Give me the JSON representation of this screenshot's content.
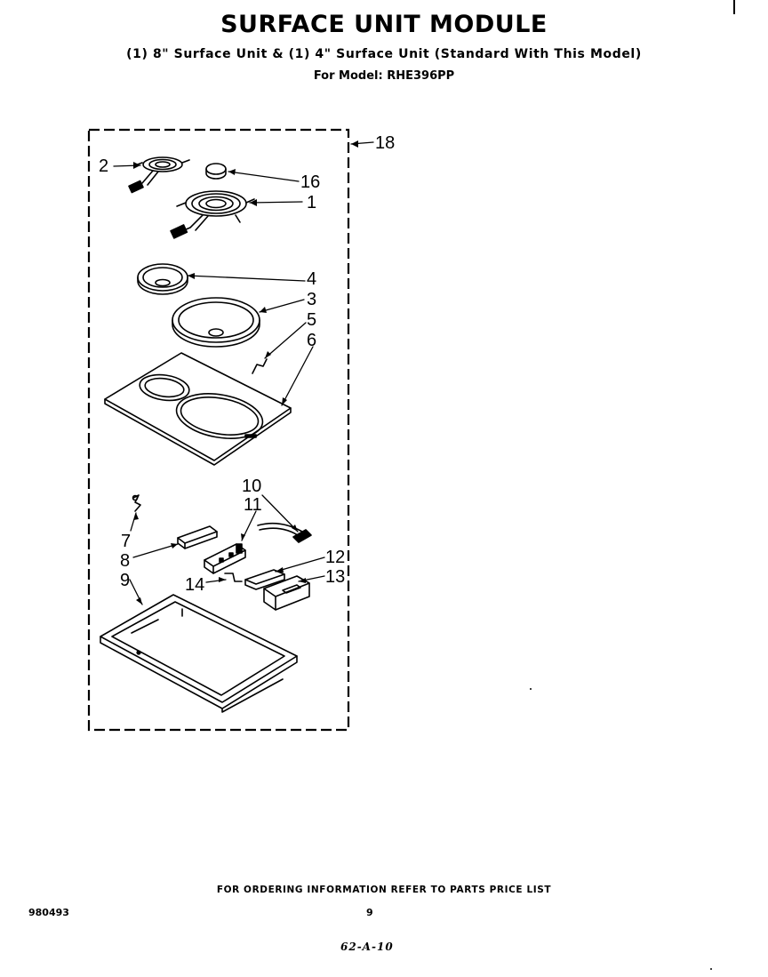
{
  "header": {
    "title": "SURFACE UNIT MODULE",
    "subtitle": "(1) 8\" Surface Unit & (1) 4\" Surface Unit (Standard With This Model)",
    "model": "For Model: RHE396PP"
  },
  "callouts": {
    "c1": "1",
    "c2": "2",
    "c3": "3",
    "c4": "4",
    "c5": "5",
    "c6": "6",
    "c7": "7",
    "c8": "8",
    "c9": "9",
    "c10": "10",
    "c11": "11",
    "c12": "12",
    "c13": "13",
    "c14": "14",
    "c16": "16",
    "c18": "18"
  },
  "footer": {
    "ordering_note": "FOR ORDERING INFORMATION REFER TO PARTS PRICE LIST",
    "code": "980493",
    "page": "9",
    "handwritten": "62-A-10"
  }
}
